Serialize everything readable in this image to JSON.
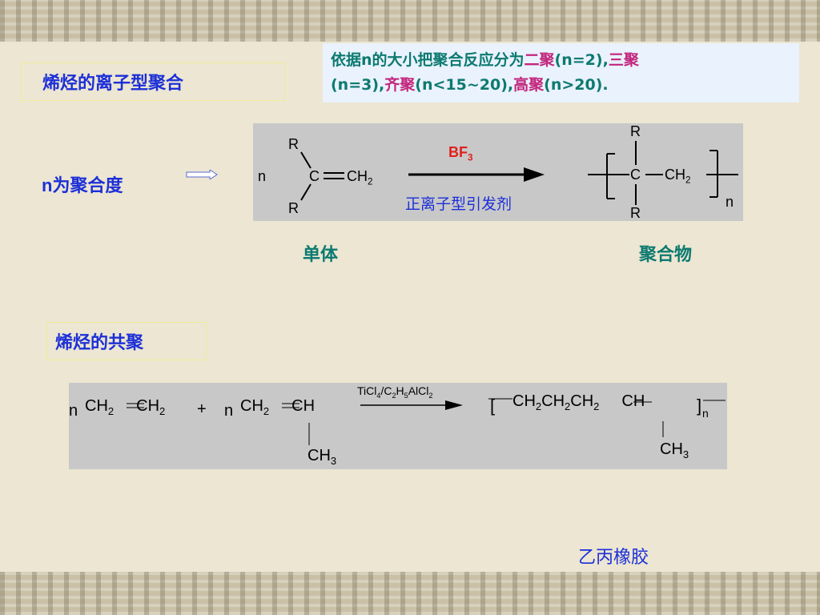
{
  "section1": {
    "title": "烯烃的离子型聚合",
    "degree_note_prefix": "n",
    "degree_note_rest": "为聚合度"
  },
  "info": {
    "t1": "依据n的大小把聚合反应分为",
    "dimer": "二聚",
    "t2": "(n=2),",
    "trimer": "三聚",
    "t3": "(n=3),",
    "oligo": "齐聚",
    "t4": "(n<15~20),",
    "poly": "高聚",
    "t5": "(n>20)."
  },
  "reaction1": {
    "n_left": "n",
    "r_top": "R",
    "r_bottom": "R",
    "carbon": "C",
    "ch2": "CH",
    "ch2_sub": "2",
    "catalyst": "BF",
    "catalyst_sub": "3",
    "initiator": "正离子型引发剂",
    "p_r_top": "R",
    "p_r_bottom": "R",
    "p_carbon": "C",
    "p_ch2": "CH",
    "p_ch2_sub": "2",
    "n_right": "n",
    "monomer_label": "单体",
    "polymer_label": "聚合物"
  },
  "section2": {
    "title": "烯烃的共聚"
  },
  "reaction2": {
    "n1": "n",
    "ethylene": [
      "CH",
      "2",
      "CH",
      "2"
    ],
    "plus": "+",
    "n2": "n",
    "propylene": [
      "CH",
      "2",
      "CH"
    ],
    "methyl": [
      "CH",
      "3"
    ],
    "catalyst": [
      "TiCl",
      "4",
      "/C",
      "2",
      "H",
      "5",
      "AlCl",
      "2"
    ],
    "product": [
      "CH",
      "2",
      "CH",
      "2",
      "CH",
      "2",
      "CH"
    ],
    "product_methyl": [
      "CH",
      "3"
    ],
    "product_n": "n",
    "product_label": "乙丙橡胶"
  },
  "colors": {
    "title_blue": "#1c2fd8",
    "label_teal": "#0c7a70",
    "highlight_magenta": "#c2267c",
    "catalyst_red": "#e0201c",
    "panel_gray": "#c8c8c8"
  }
}
